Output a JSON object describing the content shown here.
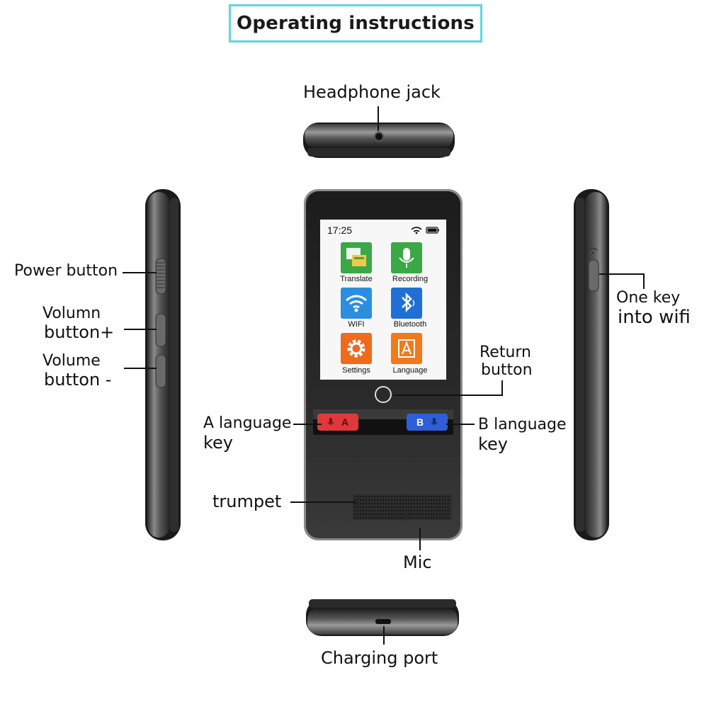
{
  "title": "Operating instructions",
  "labels": {
    "headphone_jack": "Headphone jack",
    "power_button": "Power button",
    "volume_plus_line1": "Volumn",
    "volume_plus_line2": "button+",
    "volume_minus_line1": "Volume",
    "volume_minus_line2": "button -",
    "return_button_line1": "Return",
    "return_button_line2": "button",
    "a_language_line1": "A language",
    "a_language_line2": "key",
    "b_language_line1": "B language",
    "b_language_line2": "key",
    "trumpet": "trumpet",
    "mic": "Mic",
    "one_key_line1": "One key",
    "one_key_line2": "into wifi",
    "charging_port": "Charging port"
  },
  "screen": {
    "time": "17:25",
    "apps": [
      {
        "label": "Translate",
        "icon": "translate-icon",
        "color": "#3aa845"
      },
      {
        "label": "Recording",
        "icon": "microphone-icon",
        "color": "#3aa845"
      },
      {
        "label": "WIFI",
        "icon": "wifi-icon",
        "color": "#2a8fe0"
      },
      {
        "label": "Bluetooth",
        "icon": "bluetooth-icon",
        "color": "#1f6fd6"
      },
      {
        "label": "Settings",
        "icon": "gear-icon",
        "color": "#f06a1c"
      },
      {
        "label": "Language",
        "icon": "language-icon",
        "color": "#f07a1c"
      }
    ]
  },
  "keys": {
    "a_key": "A",
    "b_key": "B",
    "a_color": "#e0393b",
    "b_color": "#2f5fd8"
  }
}
